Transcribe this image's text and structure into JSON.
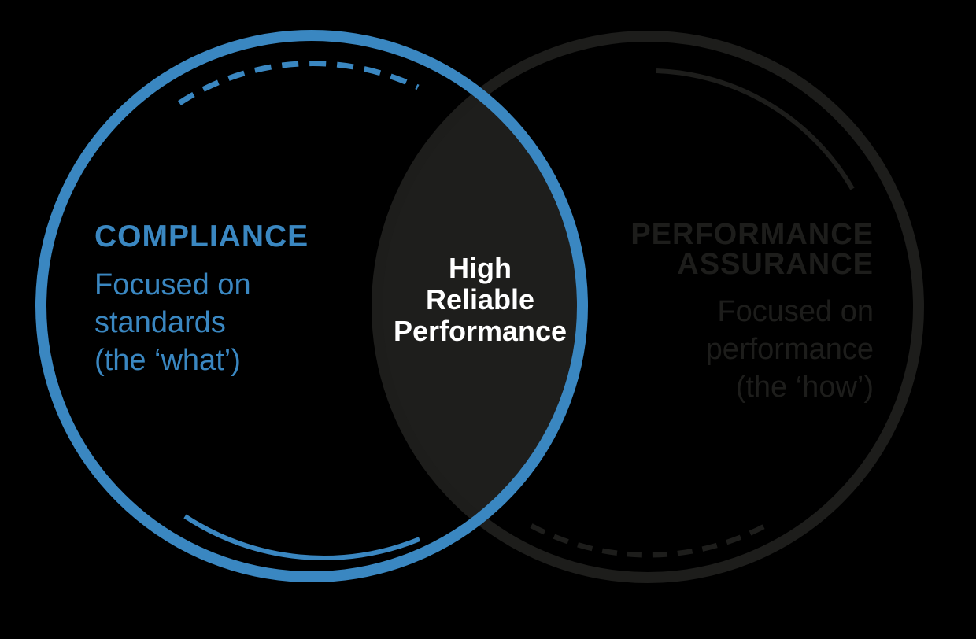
{
  "colors": {
    "background": "#000000",
    "blue": "#3a87c1",
    "dark": "#1d1d1b",
    "lens_fill": "#1e1e1c",
    "lens_text": "#ffffff"
  },
  "venn": {
    "left": {
      "title": "COMPLIANCE",
      "body_lines": [
        "Focused on",
        "standards",
        "(the ‘what’)"
      ]
    },
    "right": {
      "title_lines": [
        "PERFORMANCE",
        "ASSURANCE"
      ],
      "body_lines": [
        "Focused on",
        "performance",
        "(the ‘how’)"
      ]
    },
    "intersection": {
      "lines": [
        "High",
        "Reliable",
        "Performance"
      ]
    }
  }
}
